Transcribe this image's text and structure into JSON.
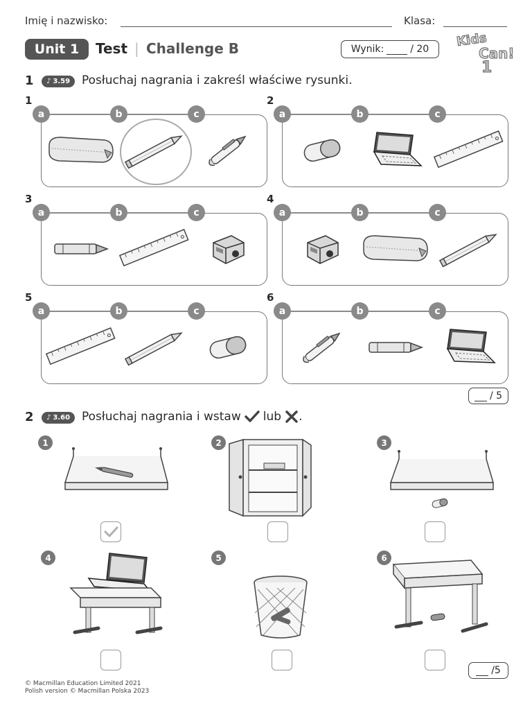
{
  "header": {
    "name_label": "Imię i nazwisko:",
    "class_label": "Klasa:",
    "unit_badge": "Unit 1",
    "title": "Test",
    "separator": "|",
    "subtitle": "Challenge B",
    "score_label": "Wynik:",
    "score_total": "/ 20",
    "logo_line1": "Kids",
    "logo_line2": "Can!",
    "logo_number": "1"
  },
  "exercise1": {
    "number": "1",
    "track": "3.59",
    "instruction": "Posłuchaj nagrania i zakreśl właściwe rysunki.",
    "score": "/ 5",
    "option_labels": [
      "a",
      "b",
      "c"
    ],
    "items": [
      {
        "number": "1",
        "pictures": [
          "pencil-case",
          "pencil",
          "pen"
        ],
        "circled": "b"
      },
      {
        "number": "2",
        "pictures": [
          "rubber",
          "laptop",
          "ruler"
        ],
        "circled": ""
      },
      {
        "number": "3",
        "pictures": [
          "crayon",
          "ruler",
          "sharpener"
        ],
        "circled": ""
      },
      {
        "number": "4",
        "pictures": [
          "sharpener",
          "pencil-case",
          "pencil"
        ],
        "circled": ""
      },
      {
        "number": "5",
        "pictures": [
          "ruler",
          "pencil",
          "rubber"
        ],
        "circled": ""
      },
      {
        "number": "6",
        "pictures": [
          "pen",
          "crayon",
          "laptop"
        ],
        "circled": ""
      }
    ]
  },
  "exercise2": {
    "number": "2",
    "track": "3.60",
    "instruction_start": "Posłuchaj nagrania i wstaw",
    "instruction_middle": "lub",
    "instruction_end": ".",
    "score": "/5",
    "items": [
      {
        "number": "1",
        "picture": "shelf-with-pen",
        "checked": true
      },
      {
        "number": "2",
        "picture": "cupboard",
        "checked": false
      },
      {
        "number": "3",
        "picture": "shelf-rubber-below",
        "checked": false
      },
      {
        "number": "4",
        "picture": "desk-with-laptop",
        "checked": false
      },
      {
        "number": "5",
        "picture": "bin-with-crayons",
        "checked": false
      },
      {
        "number": "6",
        "picture": "desk-rubber-below",
        "checked": false
      }
    ]
  },
  "footer": {
    "line1": "© Macmillan Education Limited 2021",
    "line2": "Polish version © Macmillan Polska 2023"
  },
  "colors": {
    "badge": "#555555",
    "option_circle": "#8a8a8a",
    "panel_border": "#777777",
    "check_mark": "#b0b0b0"
  }
}
